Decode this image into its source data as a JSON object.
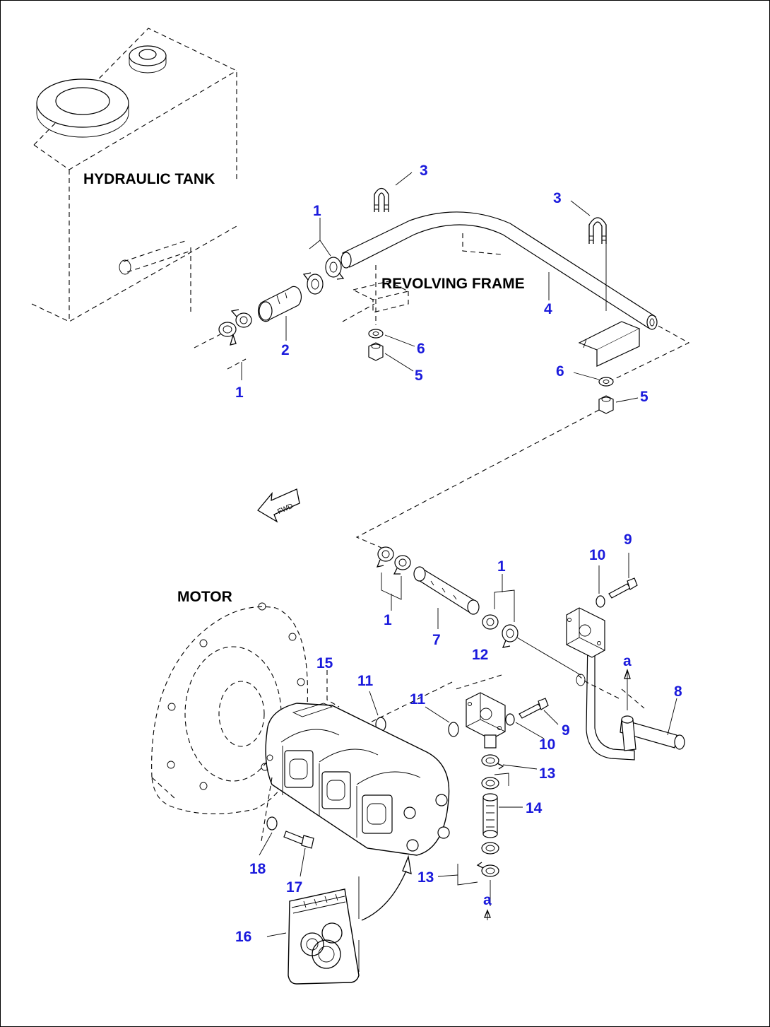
{
  "labels": {
    "hydraulic_tank": "HYDRAULIC TANK",
    "revolving_frame": "REVOLVING FRAME",
    "motor": "MOTOR",
    "fwd": "FWD"
  },
  "callouts": {
    "top_clamp_upper": "1",
    "top_clamp_lower": "1",
    "hose_2": "2",
    "u_bolt_left": "3",
    "u_bolt_right": "3",
    "tube_4": "4",
    "nut_left": "5",
    "nut_right": "5",
    "washer_left": "6",
    "washer_right": "6",
    "mid_clamp_left": "1",
    "mid_clamp_right": "1",
    "hose_7": "7",
    "tube_8": "8",
    "bolt_9_top": "9",
    "bolt_9_mid": "9",
    "washer_10_top": "10",
    "washer_10_mid": "10",
    "oring_11_left": "11",
    "oring_11_right": "11",
    "flange_12": "12",
    "clamp_13_upper": "13",
    "clamp_13_lower": "13",
    "hose_14": "14",
    "pump_15": "15",
    "kit_16": "16",
    "bolt_17": "17",
    "washer_18": "18",
    "connector_a_top": "a",
    "connector_a_bottom": "a"
  },
  "colors": {
    "callout": "#1a1adc",
    "line": "#000000",
    "background": "#ffffff"
  }
}
